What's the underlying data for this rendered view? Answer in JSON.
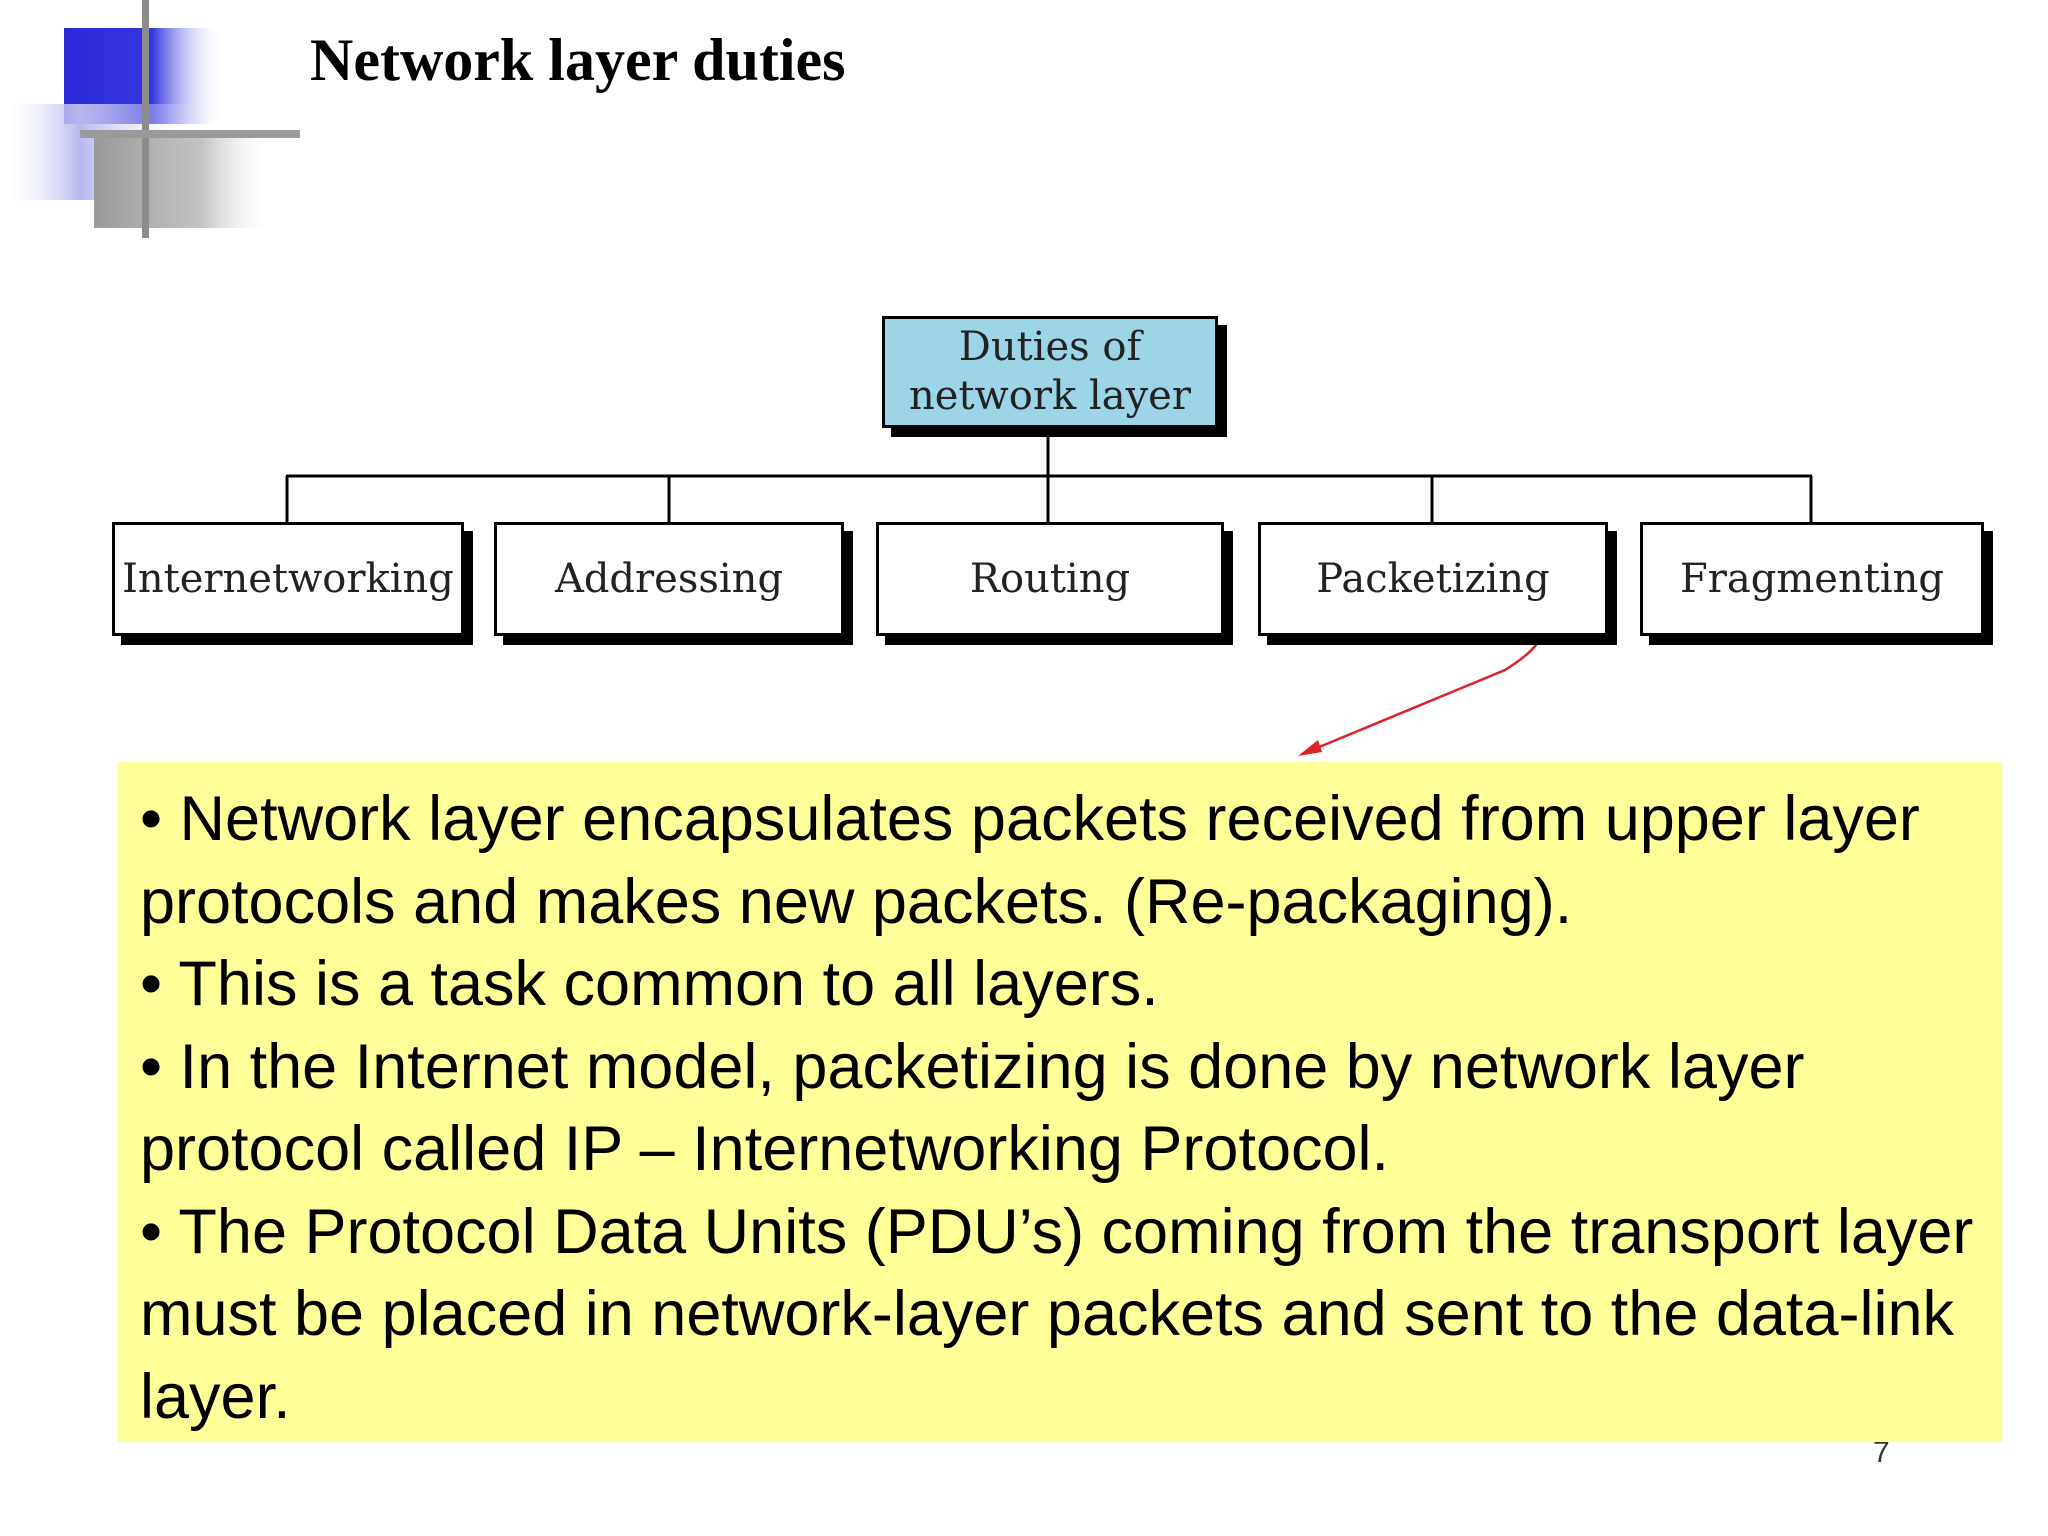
{
  "title": "Network layer duties",
  "diagram": {
    "root": {
      "line1": "Duties of",
      "line2": "network layer"
    },
    "children": [
      "Internetworking",
      "Addressing",
      "Routing",
      "Packetizing",
      "Fragmenting"
    ],
    "highlighted": "Packetizing"
  },
  "info_box": {
    "bullets": [
      "• Network layer encapsulates packets received from upper layer protocols and makes new packets. (Re-packaging).",
      "• This is a task common to all layers.",
      "• In the Internet model, packetizing is done by network layer protocol called IP – Internetworking Protocol.",
      "• The Protocol Data Units (PDU’s) coming from the transport layer must be placed in network-layer packets and sent to the data-link layer."
    ]
  },
  "page_number": "7",
  "colors": {
    "root_fill": "#9bd5e6",
    "info_fill": "#ffff99",
    "highlight": "#e0202a",
    "deco_blue": "#3333dd"
  }
}
